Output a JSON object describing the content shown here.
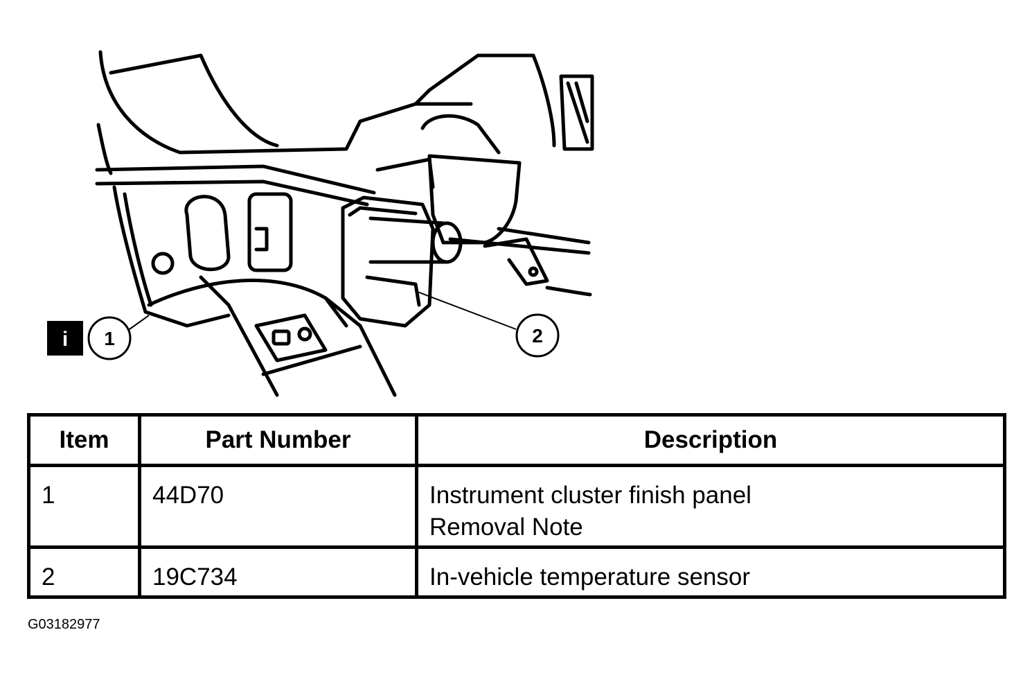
{
  "figure": {
    "info_badge": "i",
    "callouts": [
      "1",
      "2"
    ],
    "figure_id": "G03182977"
  },
  "table": {
    "headers": {
      "item": "Item",
      "part_number": "Part Number",
      "description": "Description"
    },
    "rows": [
      {
        "item": "1",
        "part_number": "44D70",
        "description": [
          "Instrument cluster finish panel",
          "Removal Note"
        ]
      },
      {
        "item": "2",
        "part_number": "19C734",
        "description": [
          "In-vehicle temperature sensor"
        ]
      }
    ]
  }
}
